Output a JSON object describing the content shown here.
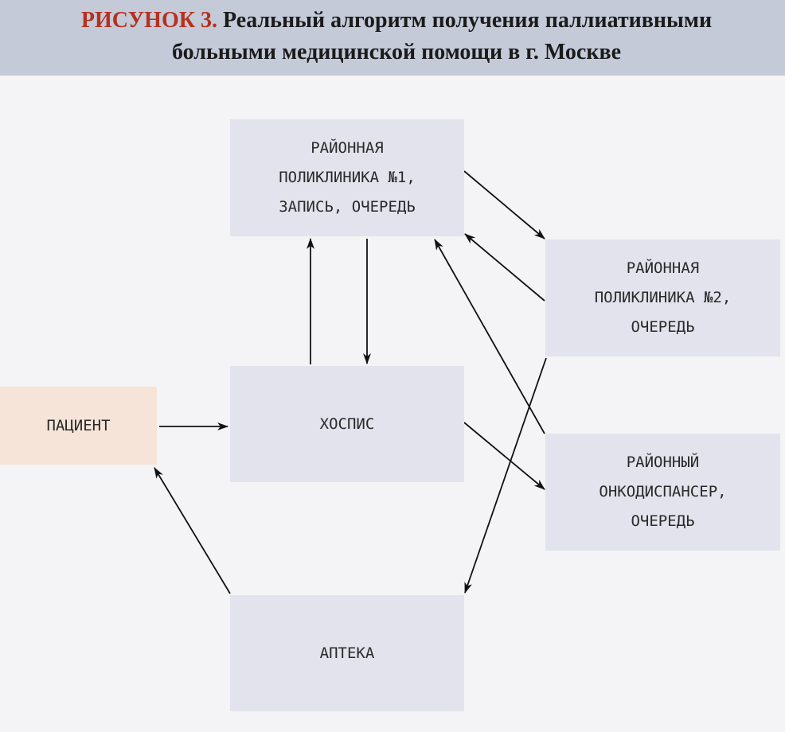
{
  "header": {
    "figure_label": "РИСУНОК 3.",
    "title_line1": "Реальный алгоритм получения паллиативными",
    "title_line2": "больными медицинской помощи в г. Москве"
  },
  "nodes": {
    "clinic1": {
      "lines": [
        "РАЙОННАЯ",
        "ПОЛИКЛИНИКА №1,",
        "ЗАПИСЬ, ОЧЕРЕДЬ"
      ]
    },
    "clinic2": {
      "lines": [
        "РАЙОННАЯ",
        "ПОЛИКЛИНИКА №2,",
        "ОЧЕРЕДЬ"
      ]
    },
    "hospice": {
      "label": "ХОСПИС"
    },
    "patient": {
      "label": "ПАЦИЕНТ"
    },
    "oncology": {
      "lines": [
        "РАЙОННЫЙ",
        "ОНКОДИСПАНСЕР,",
        "ОЧЕРЕДЬ"
      ]
    },
    "pharmacy": {
      "label": "АПТЕКА"
    }
  },
  "edges": [
    {
      "from": "patient",
      "to": "hospice"
    },
    {
      "from": "hospice",
      "to": "clinic1"
    },
    {
      "from": "clinic1",
      "to": "hospice"
    },
    {
      "from": "clinic1",
      "to": "clinic2"
    },
    {
      "from": "clinic2",
      "to": "clinic1"
    },
    {
      "from": "oncology",
      "to": "clinic1"
    },
    {
      "from": "hospice",
      "to": "oncology"
    },
    {
      "from": "clinic2",
      "to": "pharmacy"
    },
    {
      "from": "pharmacy",
      "to": "patient"
    }
  ],
  "colors": {
    "header_bg": "#c4cad8",
    "figure_label": "#b5311f",
    "box_bg": "#e2e3ec",
    "patient_bg": "#f6e4d8",
    "arrow": "#111111"
  }
}
